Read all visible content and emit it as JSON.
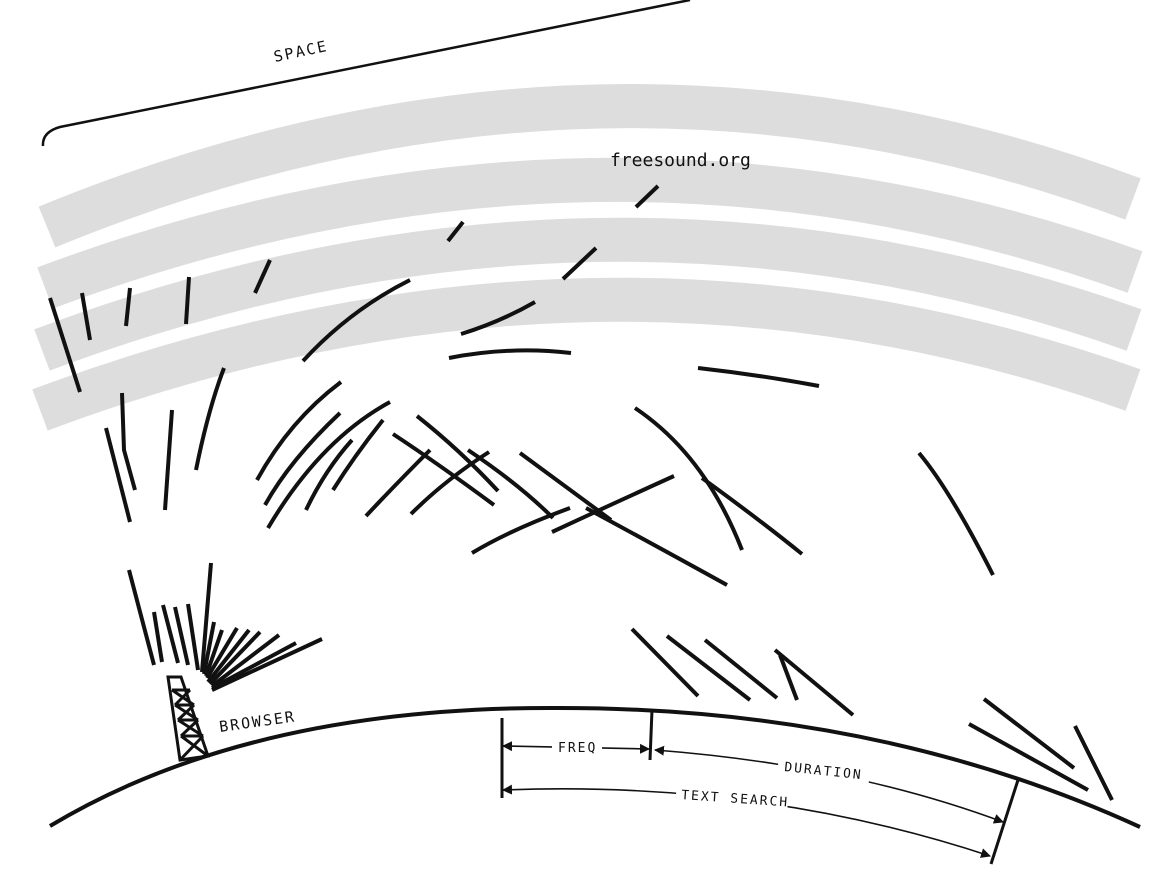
{
  "labels": {
    "space": "SPACE",
    "site": "freesound.org",
    "browser": "BROWSER",
    "freq": "FREQ",
    "duration": "DURATION",
    "text_search": "TEXT SEARCH"
  },
  "colors": {
    "ink": "#111111",
    "band": "#dddddd",
    "background": "#ffffff"
  },
  "icons": {
    "transmitter": "radio-tower-icon"
  }
}
